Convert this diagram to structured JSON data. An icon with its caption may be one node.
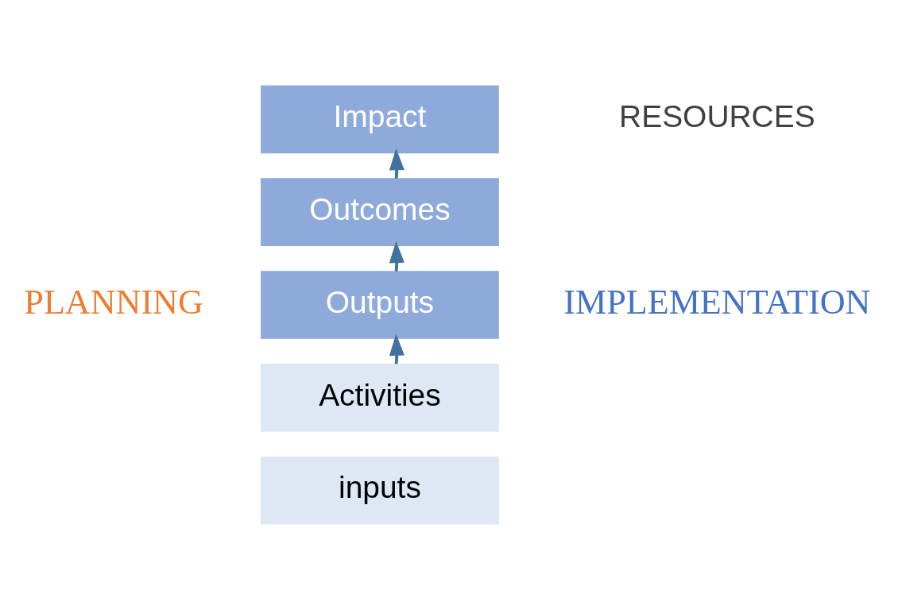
{
  "diagram": {
    "nodes": [
      {
        "text": [
          "Impact"
        ]
      },
      {
        "text": [
          "Outcomes"
        ]
      },
      {
        "text": [
          "Outputs"
        ]
      },
      {
        "text": [
          "Activities"
        ]
      },
      {
        "text": [
          "inputs"
        ]
      }
    ],
    "edges": [
      {
        "from": 1,
        "to": 0,
        "arrow": "to"
      },
      {
        "from": 2,
        "to": 1,
        "arrow": "to"
      },
      {
        "from": 3,
        "to": 2,
        "arrow": "to"
      }
    ],
    "labels": [
      "PLANNING",
      "IMPLEMENTATION",
      "RESOURCES"
    ]
  }
}
